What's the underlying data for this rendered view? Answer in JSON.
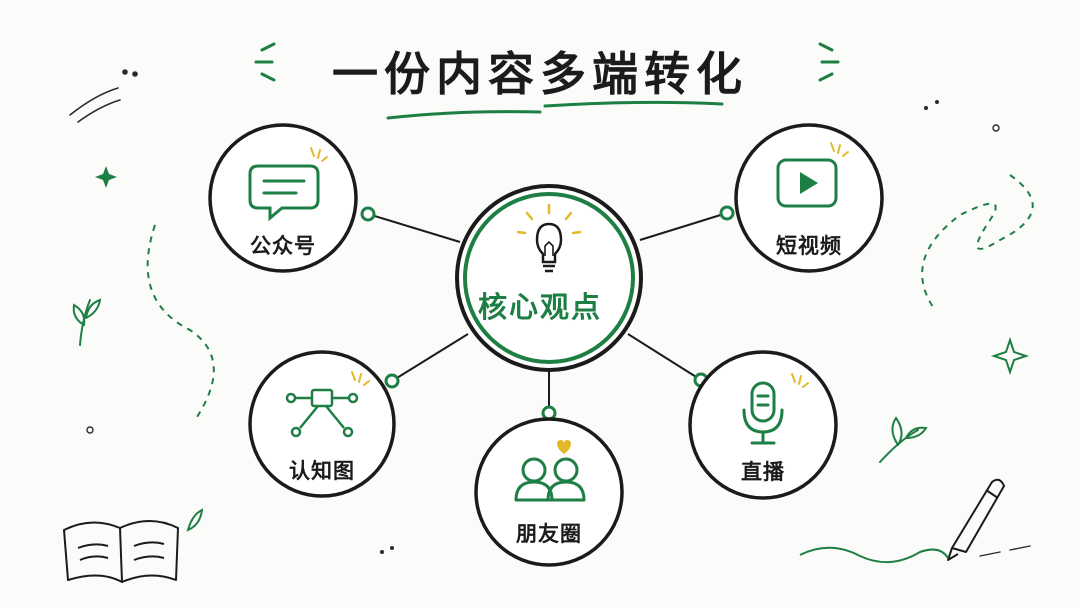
{
  "title": "一份内容多端转化",
  "center": {
    "label": "核心观点",
    "icon": "lightbulb-icon"
  },
  "channels": [
    {
      "label": "公众号",
      "icon": "chat-bubble-icon"
    },
    {
      "label": "短视频",
      "icon": "play-video-icon"
    },
    {
      "label": "认知图",
      "icon": "mind-map-icon"
    },
    {
      "label": "朋友圈",
      "icon": "friends-icon"
    },
    {
      "label": "直播",
      "icon": "microphone-icon"
    }
  ],
  "colors": {
    "ink": "#1b1b1b",
    "accent_green": "#1e7f45",
    "spark_yellow": "#e2b928"
  }
}
